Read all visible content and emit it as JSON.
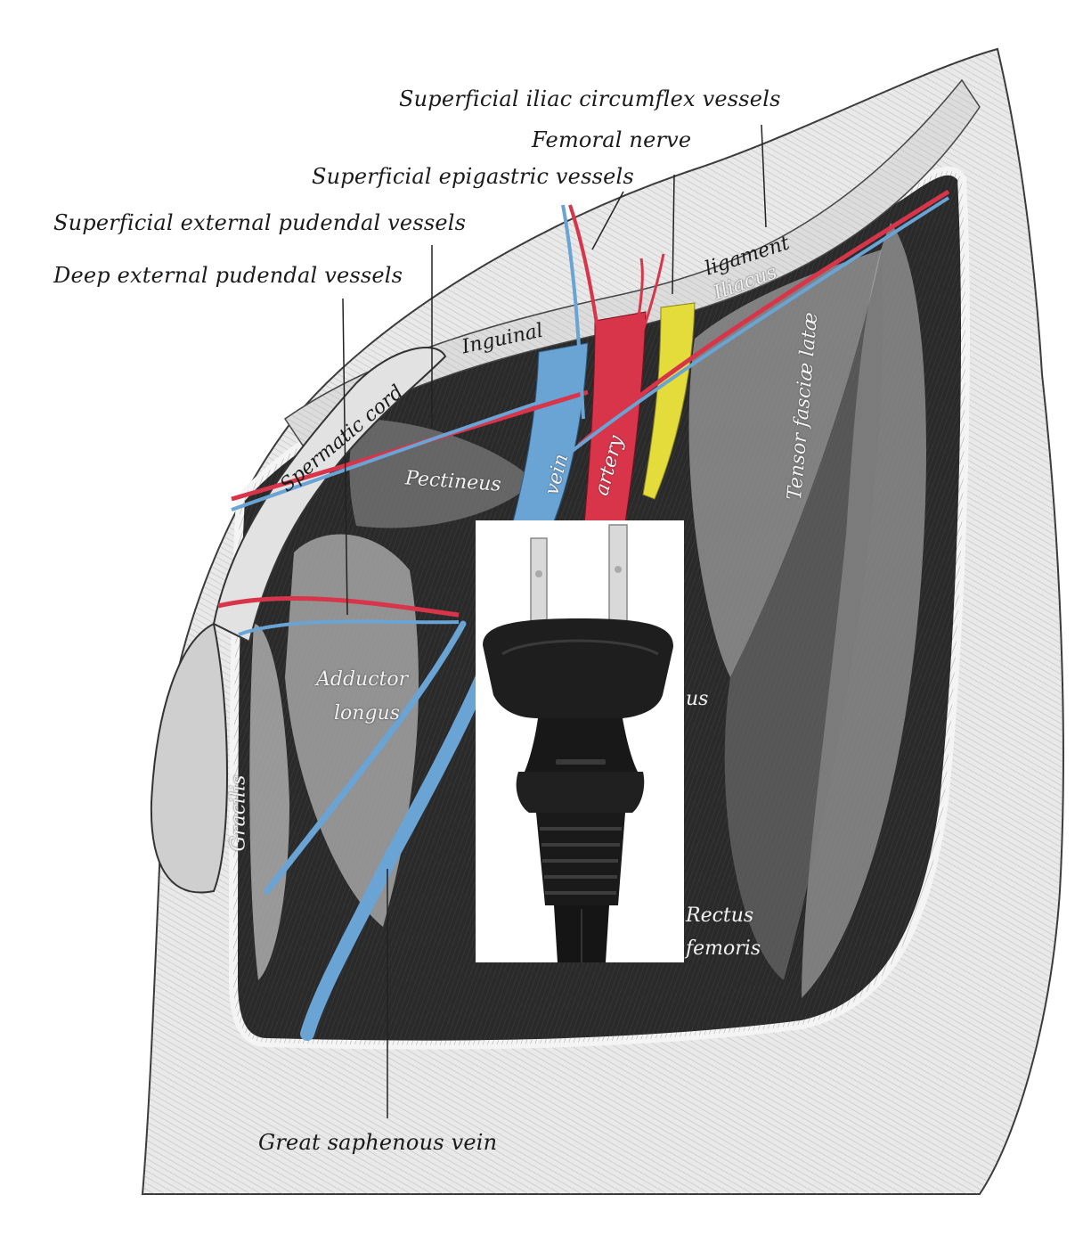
{
  "labels": {
    "superficial_iliac_circumflex": "Superficial iliac circumflex vessels",
    "femoral_nerve": "Femoral nerve",
    "superficial_epigastric": "Superficial epigastric vessels",
    "superficial_external_pudendal": "Superficial external pudendal vessels",
    "deep_external_pudendal": "Deep external pudendal vessels",
    "great_saphenous_vein": "Great saphenous vein"
  },
  "structures": {
    "ligament": "ligament",
    "inguinal": "Inguinal",
    "iliacus": "Iliacus",
    "spermatic_cord": "Spermatic cord",
    "pectineus": "Pectineus",
    "femoral_vein": "vein",
    "femoral_artery": "artery",
    "tensor_fasciae_latae": "Tensor fasciæ latæ",
    "adductor": "Adductor",
    "longus": "longus",
    "gracilis": "Gracilis",
    "sartorius_fragment": "us",
    "rectus": "Rectus",
    "femoris": "femoris"
  },
  "colors": {
    "artery": "#d8344a",
    "vein": "#6aa4d4",
    "nerve": "#e4dc3a",
    "muscle_dark": "#2b2b2b",
    "skin": "#e6e6e6"
  },
  "overlay": {
    "icon": "power-plug-icon"
  }
}
